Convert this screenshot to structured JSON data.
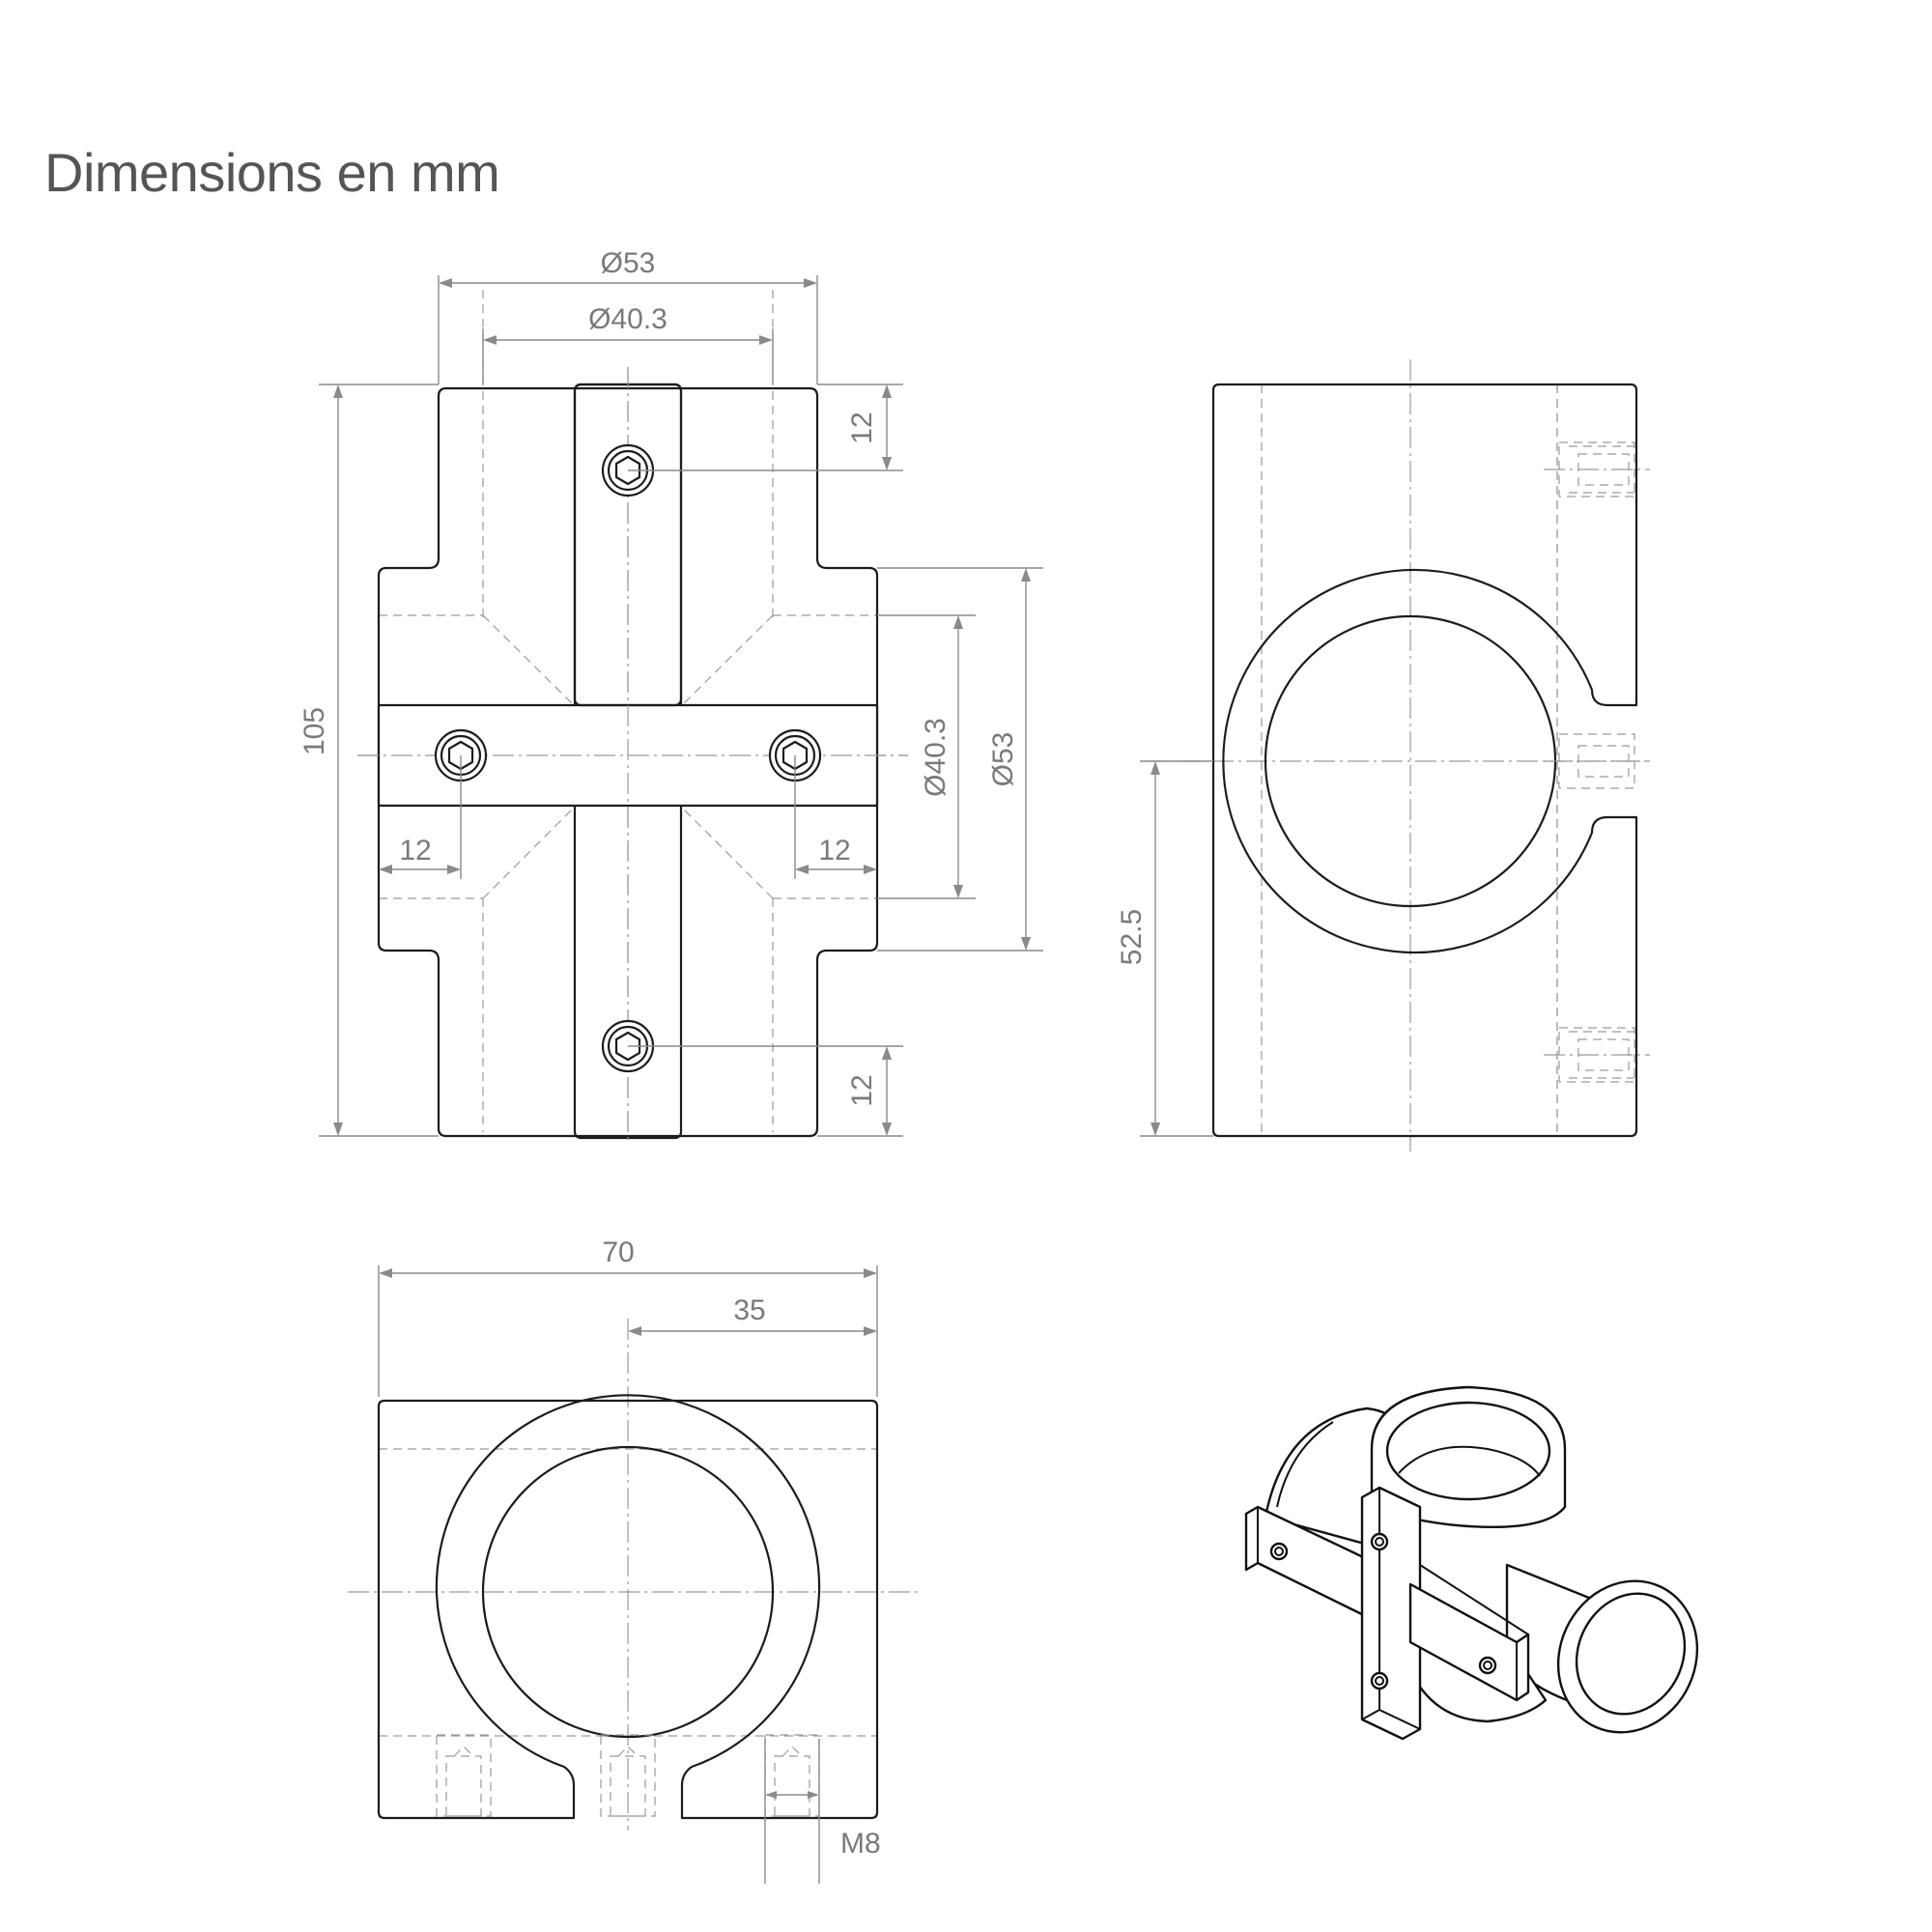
{
  "title": "Dimensions en mm",
  "front_view": {
    "dim_outer_diameter": "Ø53",
    "dim_inner_diameter": "Ø40.3",
    "dim_height": "105",
    "dim_top_screw": "12",
    "dim_bottom_screw": "12",
    "dim_left_screw": "12",
    "dim_right_screw": "12",
    "dim_side_inner_diameter": "Ø40.3",
    "dim_side_outer_diameter": "Ø53"
  },
  "side_view": {
    "dim_center_height": "52.5"
  },
  "top_view": {
    "dim_width": "70",
    "dim_half_width": "35",
    "thread_label": "M8"
  }
}
